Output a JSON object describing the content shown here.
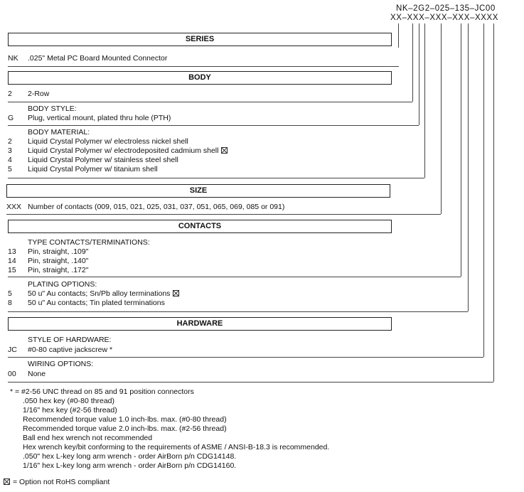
{
  "part_number": {
    "example": "NK–2G2–025–135–JC00",
    "format": "XX–XXX–XXX–XXX–XXXX"
  },
  "series": {
    "header": "SERIES",
    "rows": [
      {
        "code": "NK",
        "desc": ".025\" Metal PC Board Mounted Connector"
      }
    ]
  },
  "body": {
    "header": "BODY",
    "rows": [
      {
        "code": "2",
        "desc": "2-Row"
      }
    ],
    "style": {
      "title": "BODY STYLE:",
      "rows": [
        {
          "code": "G",
          "desc": "Plug, vertical mount, plated thru hole (PTH)"
        }
      ]
    },
    "material": {
      "title": "BODY MATERIAL:",
      "rows": [
        {
          "code": "2",
          "desc": "Liquid Crystal Polymer w/ electroless nickel shell"
        },
        {
          "code": "3",
          "desc": "Liquid Crystal Polymer w/ electrodeposited cadmium shell"
        },
        {
          "code": "4",
          "desc": "Liquid Crystal Polymer w/ stainless steel shell"
        },
        {
          "code": "5",
          "desc": "Liquid Crystal Polymer w/ titanium shell"
        }
      ]
    }
  },
  "size": {
    "header": "SIZE",
    "rows": [
      {
        "code": "XXX",
        "desc": "Number of contacts (009, 015, 021, 025, 031, 037, 051, 065, 069, 085 or 091)"
      }
    ]
  },
  "contacts": {
    "header": "CONTACTS",
    "type": {
      "title": "TYPE CONTACTS/TERMINATIONS:",
      "rows": [
        {
          "code": "13",
          "desc": "Pin, straight, .109\""
        },
        {
          "code": "14",
          "desc": "Pin, straight, .140\""
        },
        {
          "code": "15",
          "desc": "Pin, straight, .172\""
        }
      ]
    },
    "plating": {
      "title": "PLATING OPTIONS:",
      "rows": [
        {
          "code": "5",
          "desc": "50 u\" Au contacts; Sn/Pb alloy terminations"
        },
        {
          "code": "8",
          "desc": "50 u\" Au contacts; Tin plated terminations"
        }
      ]
    }
  },
  "hardware": {
    "header": "HARDWARE",
    "style": {
      "title": "STYLE OF HARDWARE:",
      "rows": [
        {
          "code": "JC",
          "desc": "#0-80 captive jackscrew *"
        }
      ]
    },
    "wiring": {
      "title": "WIRING OPTIONS:",
      "rows": [
        {
          "code": "00",
          "desc": "None"
        }
      ]
    }
  },
  "notes": [
    "* = #2-56 UNC thread on 85 and 91 position connectors",
    ".050 hex key (#0-80 thread)",
    "1/16\" hex key (#2-56 thread)",
    "Recommended torque value 1.0 inch-lbs. max. (#0-80 thread)",
    "Recommended torque value 2.0 inch-lbs. max. (#2-56 thread)",
    "Ball end hex wrench not recommended",
    "Hex wrench key/bit conforming to the requirements of ASME / ANSI-B-18.3 is recommended.",
    ".050\" hex L-key long arm wrench - order AirBorn p/n CDG14148.",
    "1/16\" hex L-key long arm wrench - order AirBorn p/n CDG14160."
  ],
  "legend": {
    "text": "= Option not RoHS compliant",
    "icon": "x-box-icon"
  }
}
